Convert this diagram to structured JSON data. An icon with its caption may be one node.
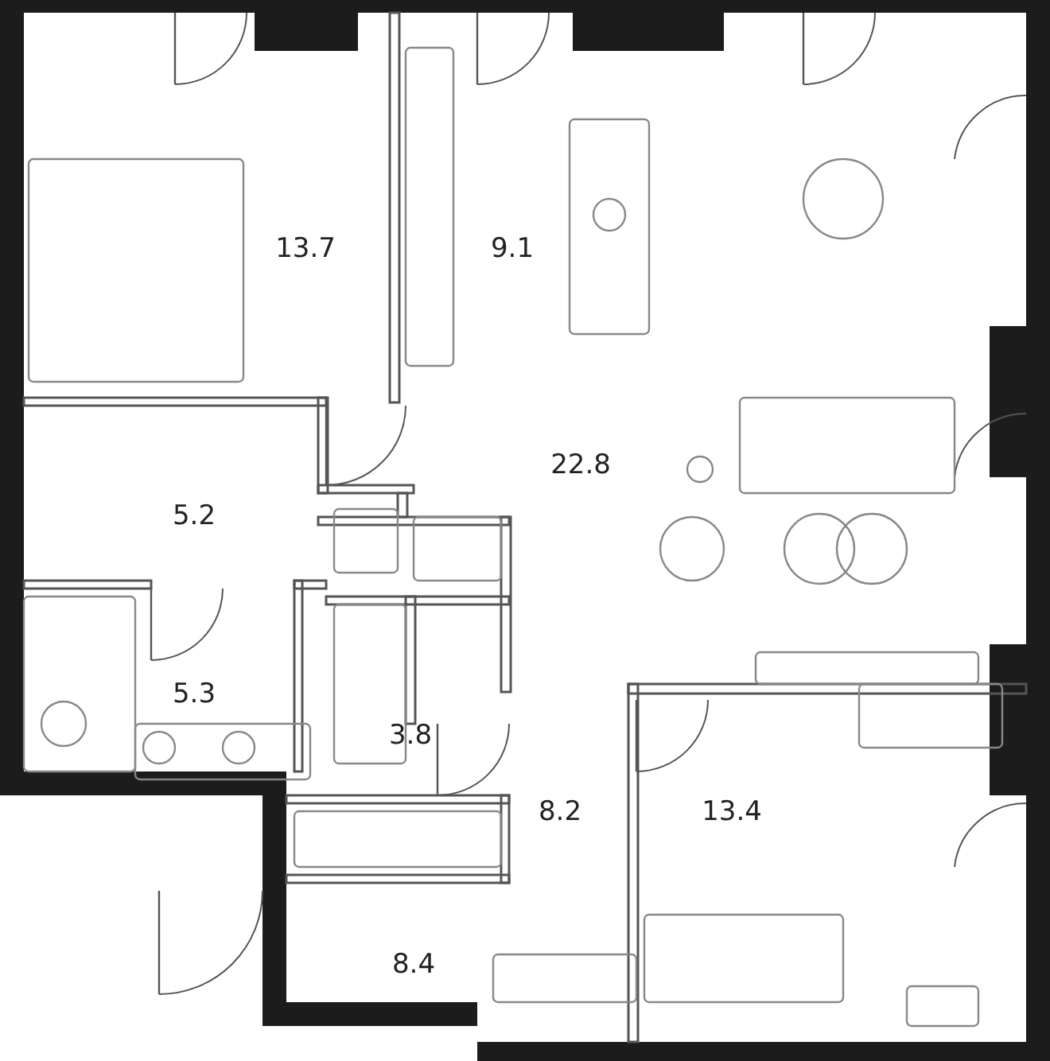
{
  "diagram": {
    "labels": [
      "13.7",
      "9.1",
      "22.8",
      "5.2",
      "5.3",
      "3.8",
      "8.2",
      "13.4",
      "8.4"
    ]
  }
}
